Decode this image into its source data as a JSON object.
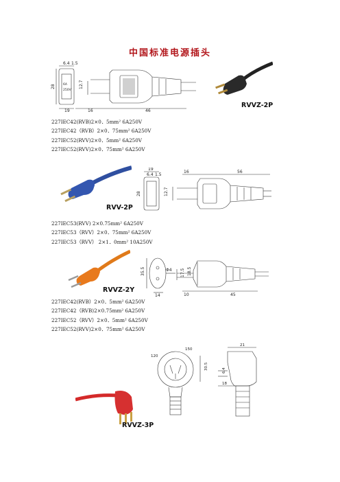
{
  "title": "中国标准电源插头",
  "sections": [
    {
      "label": "RVVZ-2P",
      "specs": [
        "227IEC42(RVB)2×0．5mm²        6A250V",
        "227IEC42（RVB）2×0．75mm²        6A250V",
        "227IEC52(RVV)2×0．5mm²        6A250V",
        "227IEC52(RVV)2×0．75mm²        6A250V"
      ],
      "dims": [
        "6.4",
        "1.5",
        "28",
        "12.7",
        "19",
        "16",
        "46"
      ]
    },
    {
      "label": "RVV-2P",
      "specs": [
        "227IEC53(RVV) 2×0.75mm² 6A250V",
        "227IEC53（RVV）2×0．75mm² 6A250V",
        "227IEC53（RVV） 2×1．0mm²  10A250V"
      ],
      "dims": [
        "19",
        "6.4",
        "1.5",
        "28",
        "12.7",
        "16",
        "56"
      ]
    },
    {
      "label": "RVVZ-2Y",
      "specs": [
        "227IEC42(RVB）2×0．5mm²    6A250V",
        "227IEC42（RVB)2×0.75mm²   6A250V",
        "227IEC52（RVV）2×0．5mm²   6A250V",
        "227IEC52(RVV)2×0．75mm²   6A250V"
      ],
      "dims": [
        "35.5",
        "Φ4",
        "14",
        "17.5",
        "18.5",
        "10",
        "45"
      ]
    },
    {
      "label": "RVVZ-3P",
      "specs": [],
      "dims": [
        "120",
        "150",
        "30.5",
        "21",
        "6.4",
        "18"
      ]
    }
  ]
}
